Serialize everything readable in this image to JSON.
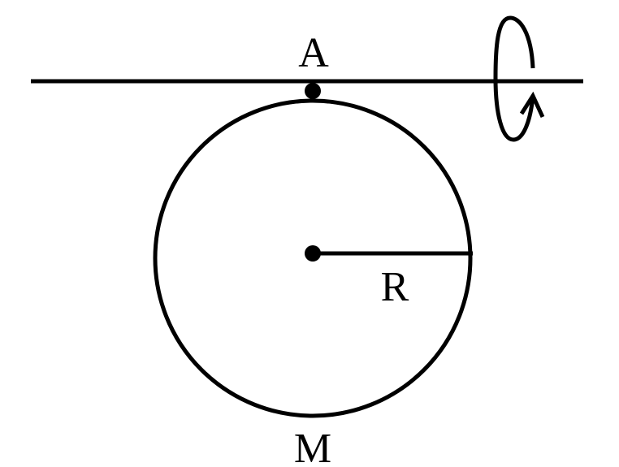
{
  "diagram": {
    "labels": {
      "pivot": "A",
      "radius": "R",
      "bottom": "M"
    },
    "colors": {
      "ink": "#000000",
      "background": "#ffffff"
    },
    "icons": {
      "rotation": "rotation-arrow-icon"
    }
  }
}
